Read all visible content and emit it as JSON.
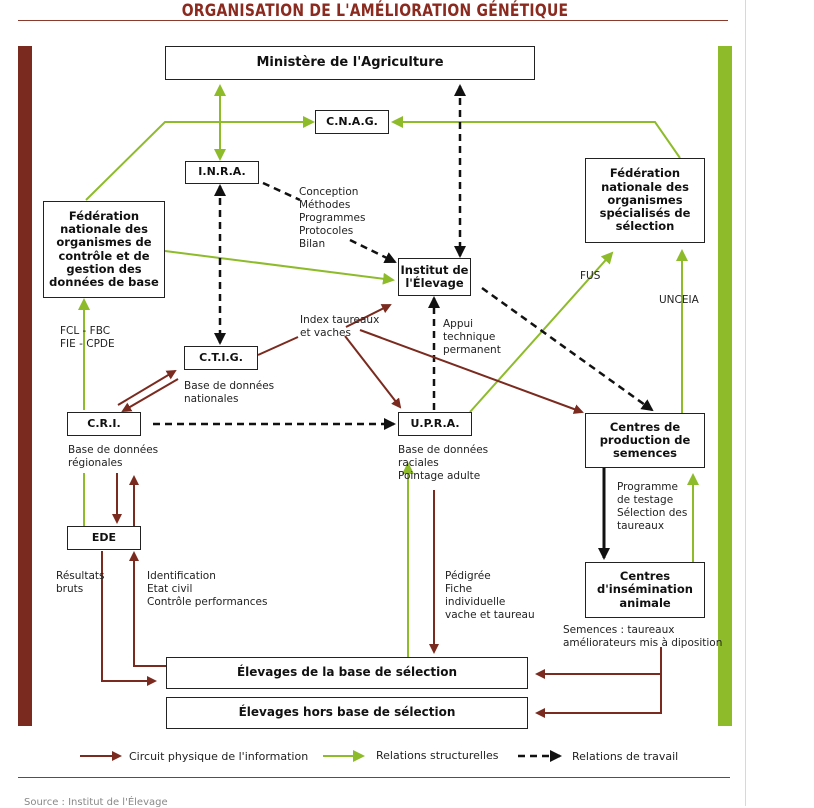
{
  "title": "ORGANISATION DE L'AMÉLIORATION GÉNÉTIQUE",
  "colors": {
    "physical": "#7a2a1e",
    "structural": "#8dbb2a",
    "work": "#111111"
  },
  "boxes": {
    "ministere": "Ministère de l'Agriculture",
    "cnag": "C.N.A.G.",
    "inra": "I.N.R.A.",
    "federation_controle": "Fédération\nnationale des\norganismes de\ncontrôle et de\ngestion des\ndonnées de base",
    "institut": "Institut de\nl'Élevage",
    "federation_selection": "Fédération\nnationale des\norganismes\nspécialisés de\nsélection",
    "ctig": "C.T.I.G.",
    "cri": "C.R.I.",
    "upra": "U.P.R.A.",
    "centres_production": "Centres de\nproduction de\nsemences",
    "ede": "EDE",
    "centres_insemination": "Centres\nd'insémination\nanimale",
    "elevages_base": "Élevages de la base de sélection",
    "elevages_hors": "Élevages hors base de sélection"
  },
  "labels": {
    "conception": "Conception\nMéthodes\nProgrammes\nProtocoles\nBilan",
    "index": "Index taureaux\net vaches",
    "appui": "Appui\ntechnique\npermanent",
    "fus": "FUS",
    "unceia": "UNCEIA",
    "fcl": "FCL - FBC\nFIE - CPDE",
    "bdd_nationales": "Base de données\nnationales",
    "bdd_regionales": "Base de données\nrégionales",
    "bdd_raciales": "Base de données\nraciales\nPointage adulte",
    "programme": "Programme\nde testage\nSélection des\ntaureaux",
    "resultats": "Résultats\nbruts",
    "identification": "Identification\nEtat civil\nContrôle performances",
    "pedigree": "Pédigrée\nFiche\nindividuelle\nvache et taureau",
    "semences": "Semences : taureaux\naméliorateurs mis à diposition"
  },
  "legend": {
    "physical": "Circuit physique de l'information",
    "structural": "Relations structurelles",
    "work": "Relations de travail"
  },
  "source": "Source : Institut de l'Élevage"
}
